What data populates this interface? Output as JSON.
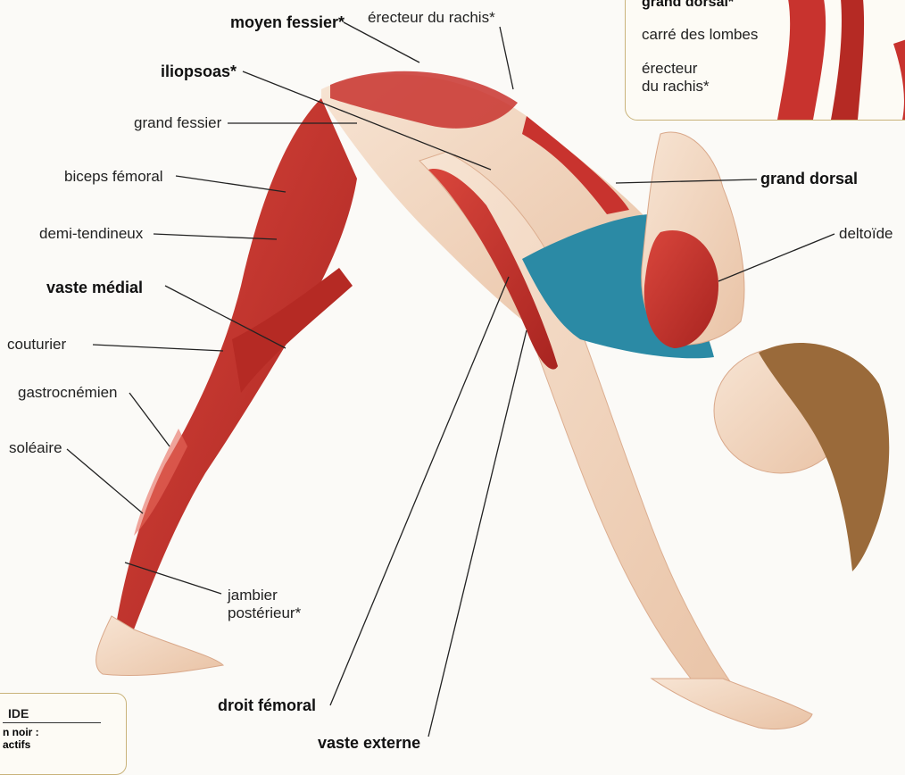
{
  "labels": {
    "moyen_fessier": "moyen fessier*",
    "erecteur_rachis_top": "érecteur du rachis*",
    "iliopsoas": "iliopsoas*",
    "grand_fessier": "grand fessier",
    "biceps_femoral": "biceps fémoral",
    "demi_tendineux": "demi-tendineux",
    "vaste_medial": "vaste médial",
    "couturier": "couturier",
    "gastrocnemien": "gastrocnémien",
    "soleaire": "soléaire",
    "jambier_line1": "jambier",
    "jambier_line2": "postérieur*",
    "droit_femoral": "droit fémoral",
    "vaste_externe": "vaste externe",
    "grand_dorsal": "grand dorsal",
    "deltoide": "deltoïde"
  },
  "inset": {
    "title": "grand dorsal*",
    "carre_lombes": "carré des lombes",
    "erecteur_line1": "érecteur",
    "erecteur_line2": "du rachis*"
  },
  "legend": {
    "title": "IDE",
    "line1": "n noir :",
    "line2": "actifs"
  },
  "colors": {
    "muscle": "#c8332e",
    "skin": "#f3d9c4",
    "leotard": "#2b8aa5",
    "hair": "#9a6a3a",
    "frame": "#c9b37a"
  }
}
